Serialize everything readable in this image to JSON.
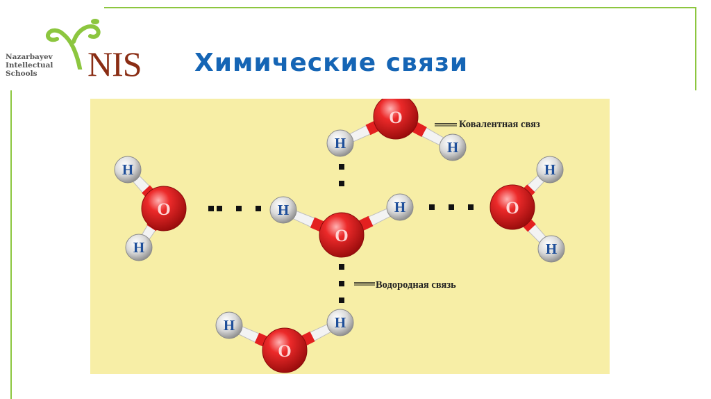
{
  "header": {
    "logo": {
      "org_lines": [
        "Nazarbayev",
        "Intellectual",
        "Schools"
      ],
      "mark": "NIS"
    },
    "title": "Химические связи"
  },
  "diagram": {
    "labels": {
      "covalent": "Ковалентная связ",
      "hydrogen": "Водородная связь"
    },
    "atom_symbols": {
      "oxygen": "O",
      "hydrogen": "H"
    },
    "colors": {
      "background": "#f7eea6",
      "oxygen": "#e01818",
      "hydrogen": "#d8d8d8",
      "hydrogen_symbol": "#1f4f9a",
      "bond_line": "#111111"
    }
  },
  "colors": {
    "accent_green": "#8cc63f",
    "title_blue": "#1565b5",
    "logo_brown": "#8a2d14"
  }
}
